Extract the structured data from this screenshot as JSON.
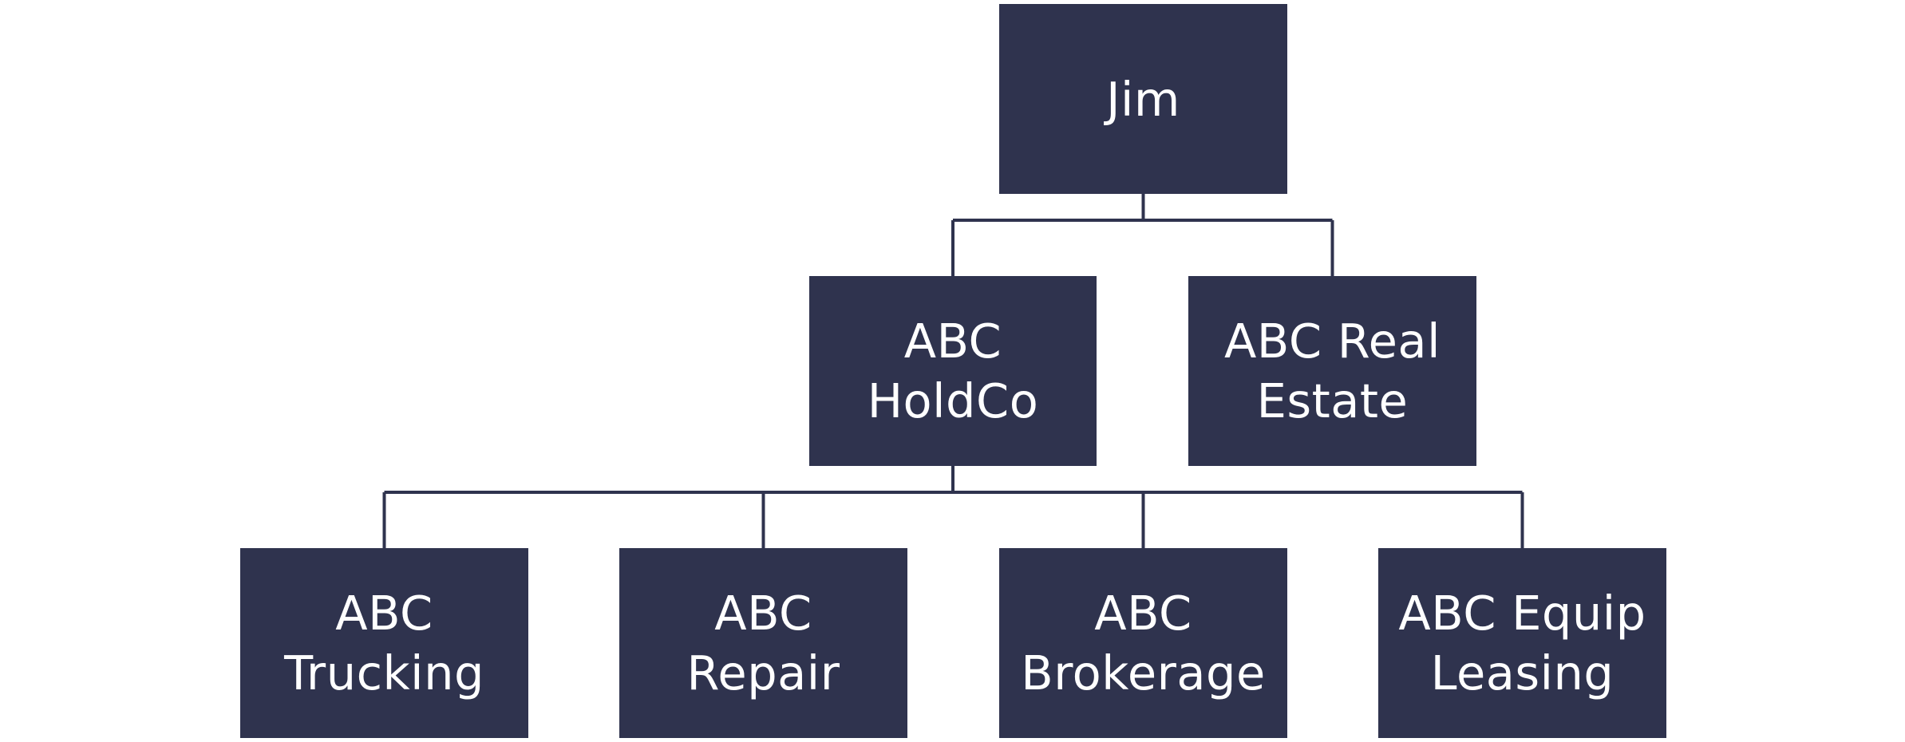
{
  "colors": {
    "node_fill": "#2f334e",
    "node_text": "#ffffff",
    "connector": "#2f334e",
    "background": "#ffffff"
  },
  "org_chart": {
    "root": {
      "id": "jim",
      "label": "Jim",
      "children": [
        {
          "id": "abc-holdco",
          "label": "ABC\nHoldCo",
          "children": [
            {
              "id": "abc-trucking",
              "label": "ABC\nTrucking"
            },
            {
              "id": "abc-repair",
              "label": "ABC\nRepair"
            },
            {
              "id": "abc-brokerage",
              "label": "ABC\nBrokerage"
            },
            {
              "id": "abc-equip-leasing",
              "label": "ABC Equip\nLeasing"
            }
          ]
        },
        {
          "id": "abc-real-estate",
          "label": "ABC Real\nEstate"
        }
      ]
    }
  }
}
